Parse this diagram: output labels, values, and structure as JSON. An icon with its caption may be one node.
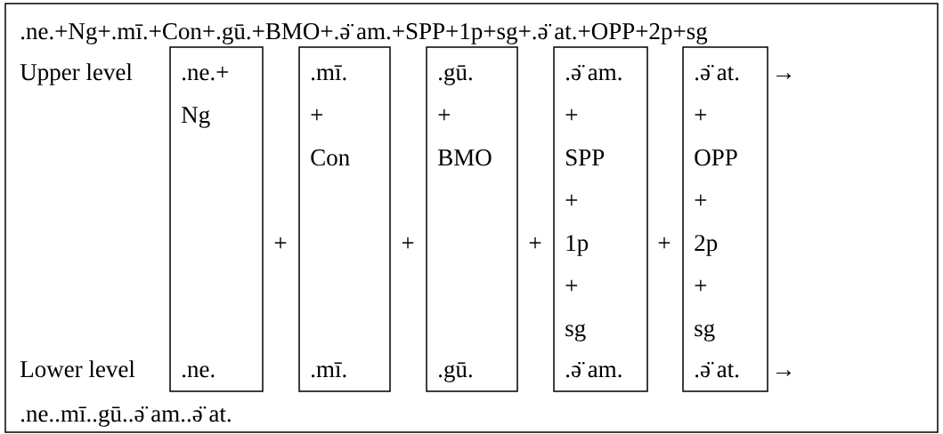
{
  "diagram": {
    "nodes": [
      {
        "text": [
          ".ne.+",
          "Ng",
          ".ne."
        ]
      },
      {
        "text": [
          ".mī.",
          "+",
          "Con",
          ".mī."
        ]
      },
      {
        "text": [
          ".gū.",
          "+",
          "BMO",
          ".gū."
        ]
      },
      {
        "text": [
          ".ə̈ am.",
          "+",
          "SPP",
          "+",
          "1p",
          "+",
          "sg",
          ".ə̈ am."
        ]
      },
      {
        "text": [
          ".ə̈ at.",
          "+",
          "OPP",
          "+",
          "2p",
          "+",
          "sg",
          ".ə̈ at."
        ]
      }
    ],
    "labels": [
      ".ne.+Ng+.mī.+Con+.gū.+BMO+.ə̈ am.+SPP+1p+sg+.ə̈ at.+OPP+2p+sg",
      "Upper level",
      "→",
      "+",
      "+",
      "+",
      "+",
      "Lower level",
      "→",
      ".ne..mī..gū..ə̈ am..ə̈ at."
    ]
  }
}
